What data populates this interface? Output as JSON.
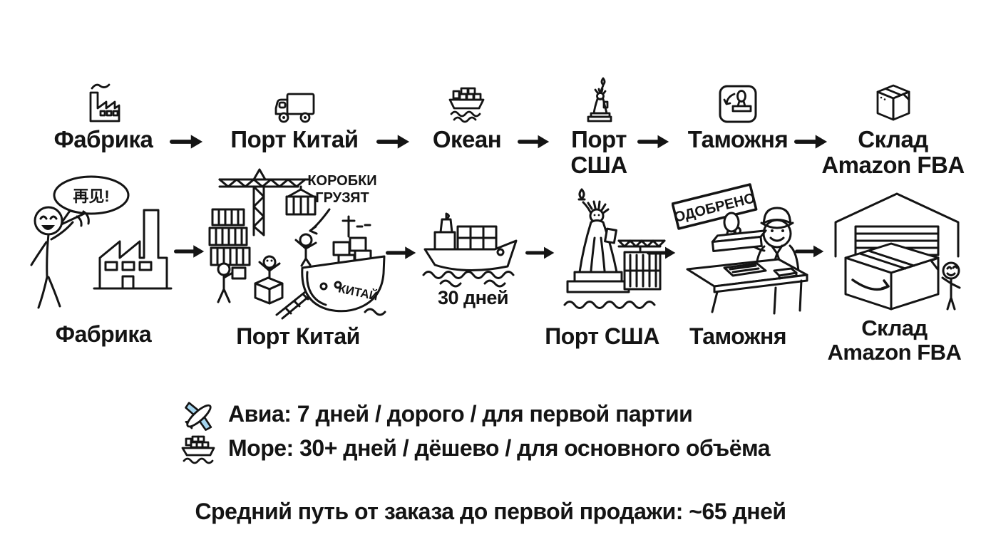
{
  "colors": {
    "background": "#ffffff",
    "ink": "#141414",
    "plane_blue": "#a5d5ee"
  },
  "top_flow": {
    "steps": [
      {
        "icon": "factory-icon",
        "lines": [
          "Фабрика"
        ]
      },
      {
        "icon": "truck-icon",
        "lines": [
          "Порт Китай"
        ]
      },
      {
        "icon": "cargo-ship-icon",
        "lines": [
          "Океан"
        ]
      },
      {
        "icon": "statue-of-liberty-icon",
        "lines": [
          "Порт",
          "США"
        ]
      },
      {
        "icon": "stamp-icon",
        "lines": [
          "Таможня"
        ]
      },
      {
        "icon": "box-icon",
        "lines": [
          "Склад",
          "Amazon FBA"
        ]
      }
    ]
  },
  "scenes": {
    "factory": {
      "speech_bubble": "再见!",
      "label": "Фабрика"
    },
    "china_port": {
      "annotation_line1": "КОРОБКИ",
      "annotation_line2": "ГРУЗЯТ",
      "ship_name": "КИТАЙ",
      "label": "Порт Китай"
    },
    "ocean": {
      "caption": "30 дней"
    },
    "us_port": {
      "label": "Порт США"
    },
    "customs": {
      "stamp_text": "ОДОБРЕНО",
      "label": "Таможня"
    },
    "warehouse": {
      "label_line1": "Склад",
      "label_line2": "Amazon FBA"
    }
  },
  "shipping_options": {
    "air": {
      "icon": "airplane-icon",
      "text": "Авиа: 7 дней / дорого / для первой партии"
    },
    "sea": {
      "icon": "sea-ship-icon",
      "text": "Море: 30+ дней / дёшево / для основного объёма"
    }
  },
  "summary": {
    "text": "Средний путь от заказа до первой продажи: ~65 дней"
  }
}
